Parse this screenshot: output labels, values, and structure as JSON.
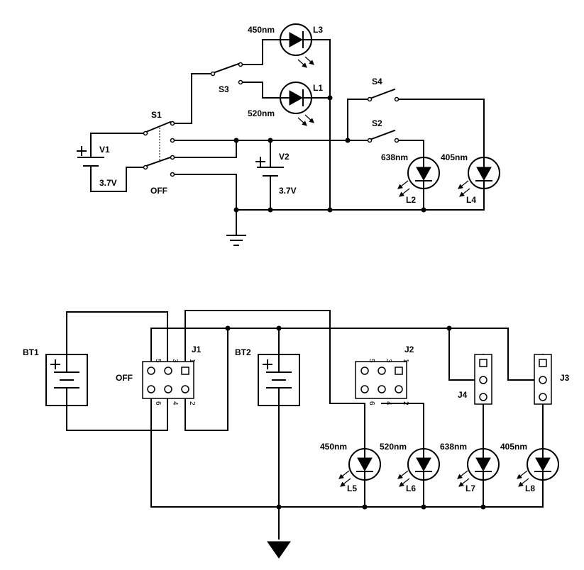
{
  "top": {
    "v1": "V1",
    "v1_volt": "3.7V",
    "v2": "V2",
    "v2_volt": "3.7V",
    "s1": "S1",
    "s2": "S2",
    "s3": "S3",
    "s4": "S4",
    "off": "OFF",
    "l1": "L1",
    "l1_wl": "520nm",
    "l2": "L2",
    "l2_wl": "638nm",
    "l3": "L3",
    "l3_wl": "450nm",
    "l4": "L4",
    "l4_wl": "405nm"
  },
  "bottom": {
    "bt1": "BT1",
    "bt2": "BT2",
    "j1": "J1",
    "j2": "J2",
    "j3": "J3",
    "j4": "J4",
    "off": "OFF",
    "pins": {
      "p1": "1",
      "p2": "2",
      "p3": "3",
      "p4": "4",
      "p5": "5",
      "p6": "6"
    },
    "l5": "L5",
    "l5_wl": "450nm",
    "l6": "L6",
    "l6_wl": "520nm",
    "l7": "L7",
    "l7_wl": "638nm",
    "l8": "L8",
    "l8_wl": "405nm"
  }
}
